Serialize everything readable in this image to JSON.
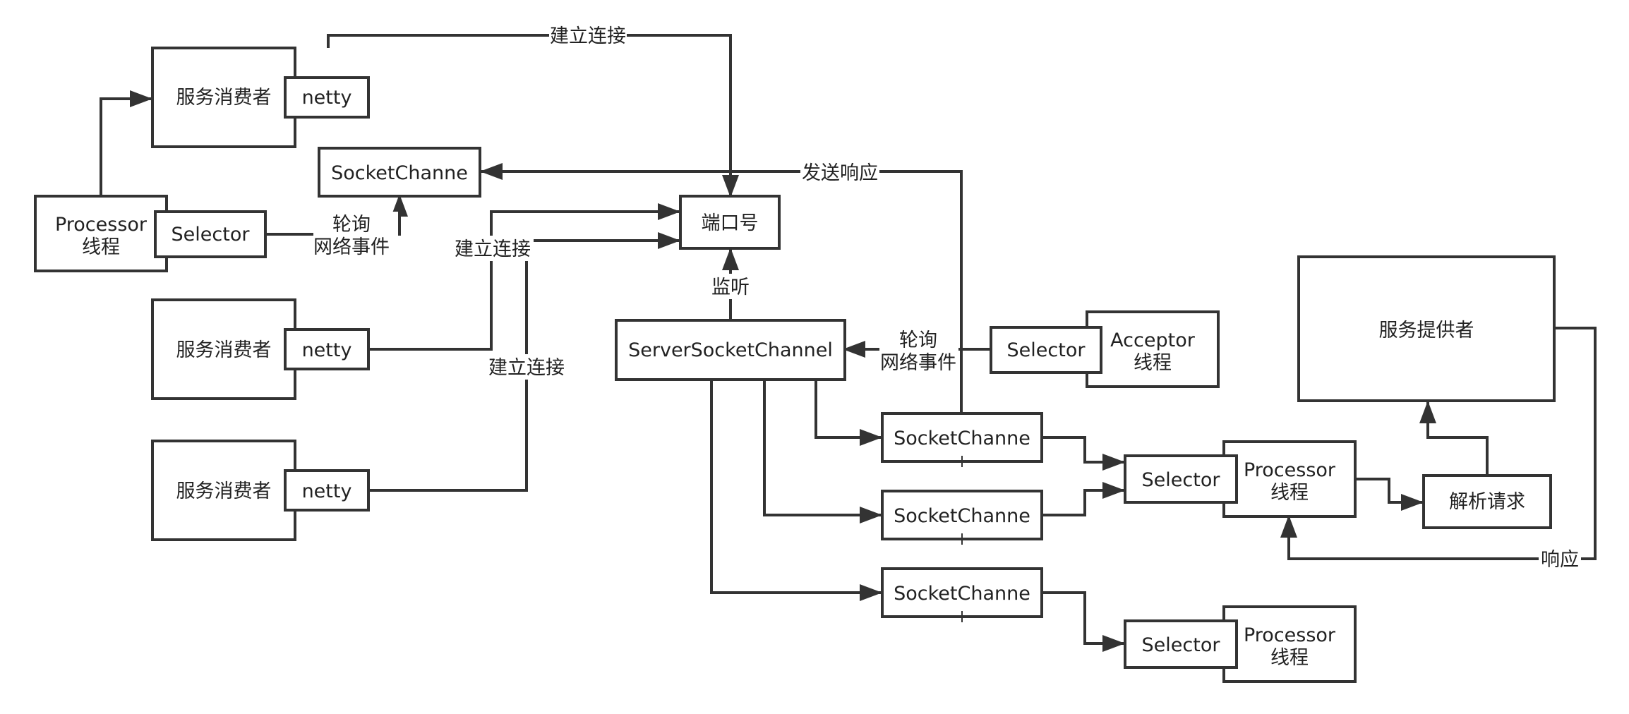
{
  "nodes": {
    "consumer1": "服务消费者",
    "consumer2": "服务消费者",
    "consumer3": "服务消费者",
    "netty1": "netty",
    "netty2": "netty",
    "netty3": "netty",
    "client_processor": [
      "Processor",
      "线程"
    ],
    "client_selector": "Selector",
    "client_socket_channel": "SocketChanne",
    "port": "端口号",
    "server_socket_channel": "ServerSocketChannel",
    "acceptor_selector": "Selector",
    "acceptor": [
      "Acceptor",
      "线程"
    ],
    "socket_channel_1": "SocketChanne",
    "socket_channel_2": "SocketChanne",
    "socket_channel_3": "SocketChanne",
    "worker_selector_1": "Selector",
    "worker_processor_1": [
      "Processor",
      "线程"
    ],
    "worker_selector_2": "Selector",
    "worker_processor_2": [
      "Processor",
      "线程"
    ],
    "provider": "服务提供者",
    "parse_request": "解析请求"
  },
  "edges": {
    "connect_top": "建立连接",
    "connect_mid1": "建立连接",
    "connect_mid2": "建立连接",
    "send_response": "发送响应",
    "client_poll": [
      "轮询",
      "网络事件"
    ],
    "server_poll": [
      "轮询",
      "网络事件"
    ],
    "listen": "监听",
    "response": "响应"
  }
}
